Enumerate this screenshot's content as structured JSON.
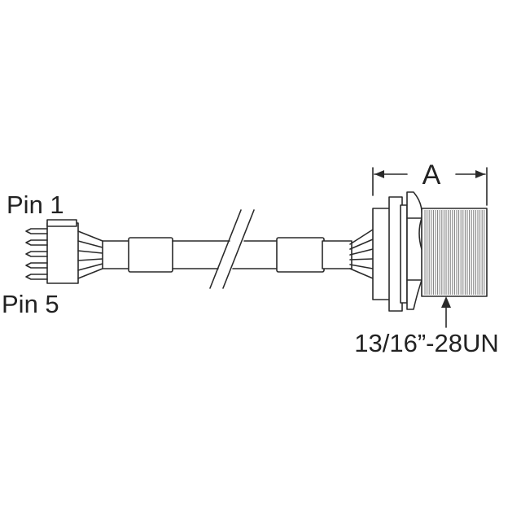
{
  "labels": {
    "pin1": "Pin 1",
    "pin5": "Pin 5",
    "dim_a": "A",
    "thread": "13/16”-28UN"
  }
}
